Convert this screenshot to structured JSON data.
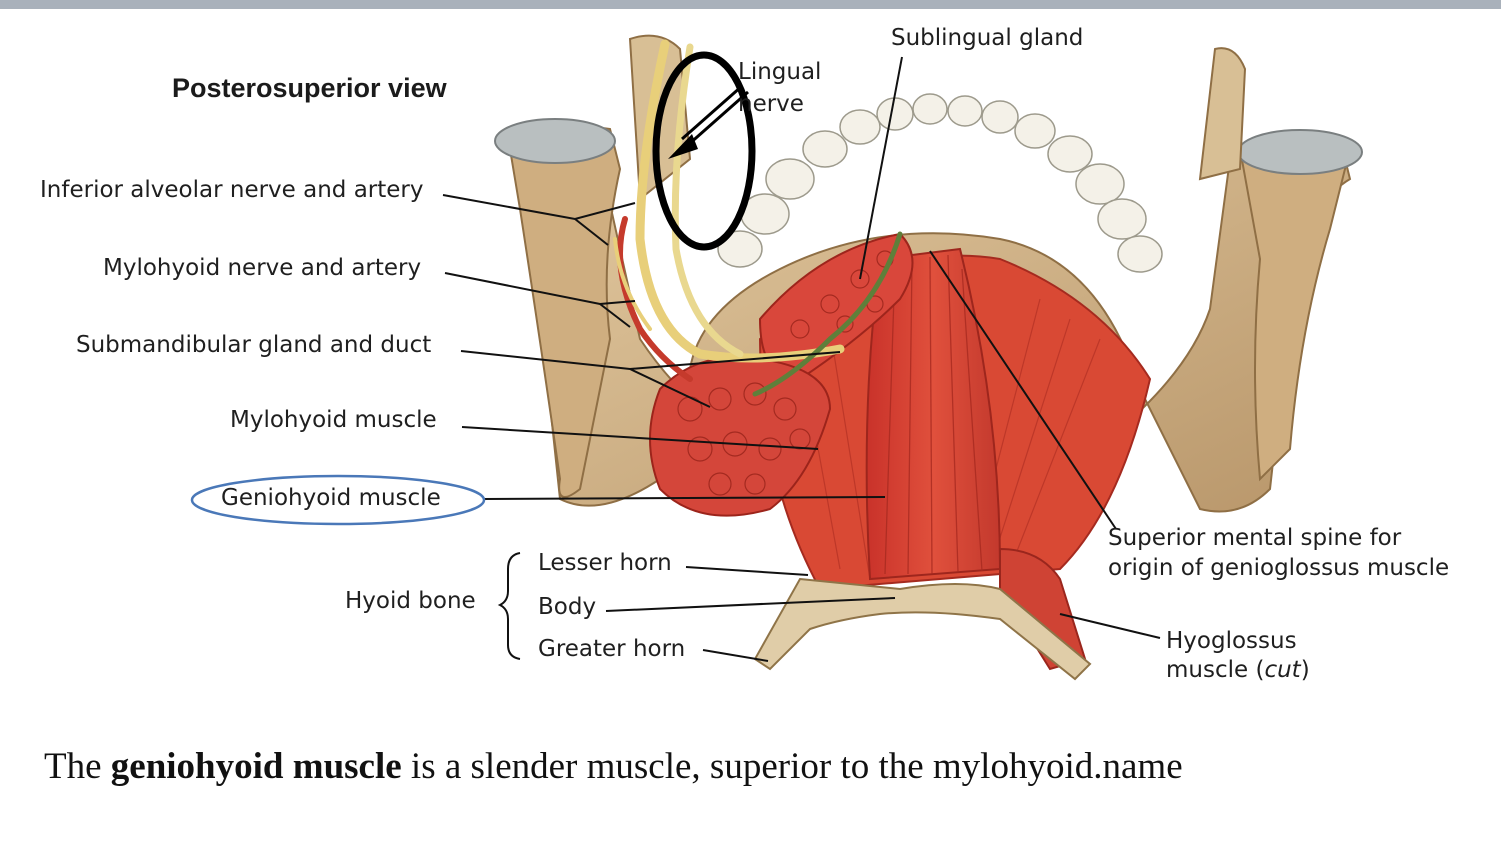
{
  "figure": {
    "view_title": "Posterosuperior view",
    "labels": {
      "lingual_nerve_line1": "Lingual",
      "lingual_nerve_line2": "nerve",
      "sublingual_gland": "Sublingual gland",
      "inferior_alveolar": "Inferior alveolar nerve and artery",
      "mylohyoid_nerve": "Mylohyoid nerve and artery",
      "submandibular": "Submandibular gland and duct",
      "mylohyoid_muscle": "Mylohyoid muscle",
      "geniohyoid_muscle": "Geniohyoid muscle",
      "hyoid_bone": "Hyoid bone",
      "lesser_horn": "Lesser horn",
      "body": "Body",
      "greater_horn": "Greater horn",
      "superior_mental_line1": "Superior mental spine for",
      "superior_mental_line2": "origin of genioglossus muscle",
      "hyoglossus_line1": "Hyoglossus",
      "hyoglossus_line2_pre": "muscle (",
      "hyoglossus_line2_italic": "cut",
      "hyoglossus_line2_post": ")"
    }
  },
  "caption": {
    "pre": "The ",
    "bold": "geniohyoid muscle",
    "post": " is a slender muscle, superior to the mylohyoid.name"
  },
  "colors": {
    "muscle": "#d8402f",
    "bone": "#d7b98c",
    "nerve": "#e8cf7a",
    "duct": "#5f7f3a",
    "highlight_ellipse": "#4a78b8",
    "annotation_ellipse": "#000000"
  }
}
